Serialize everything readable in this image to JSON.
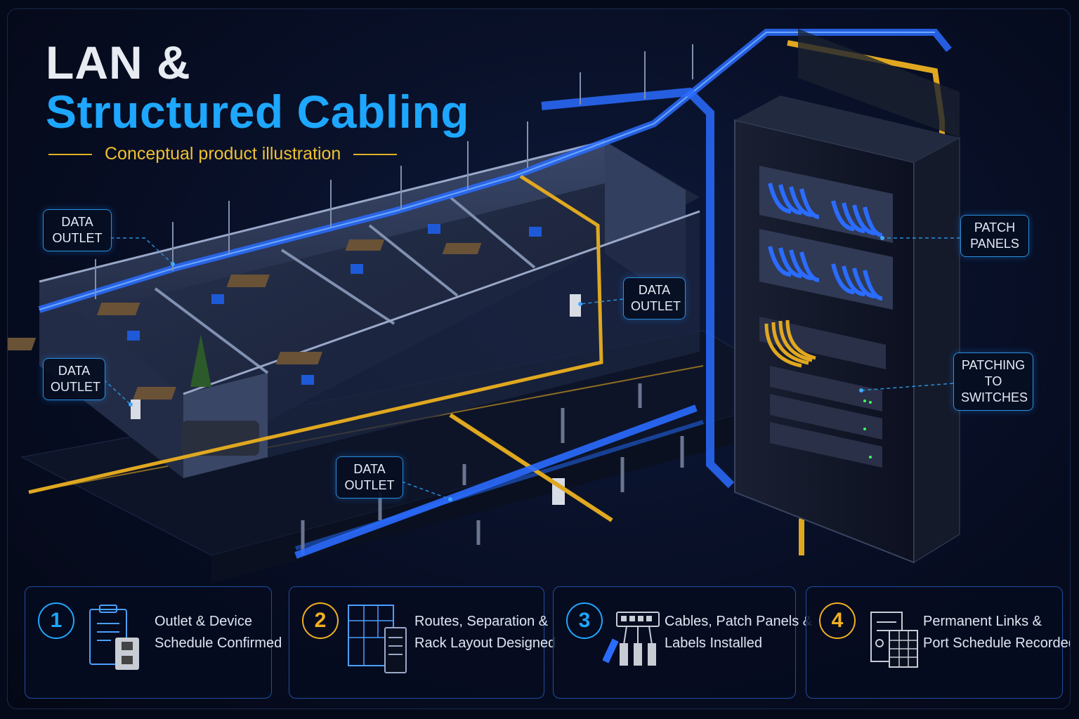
{
  "title": {
    "line1": "LAN &",
    "line2": "Structured Cabling"
  },
  "subtitle": "Conceptual product illustration",
  "callouts": {
    "outlet_top_left": {
      "line1": "DATA",
      "line2": "OUTLET"
    },
    "outlet_left": {
      "line1": "DATA",
      "line2": "OUTLET"
    },
    "outlet_center": {
      "line1": "DATA",
      "line2": "OUTLET"
    },
    "outlet_bottom": {
      "line1": "DATA",
      "line2": "OUTLET"
    },
    "patch_panels": {
      "line1": "PATCH",
      "line2": "PANELS"
    },
    "patching_switches": {
      "line1": "PATCHING",
      "line2": "TO",
      "line3": "SWITCHES"
    }
  },
  "steps": [
    {
      "number": "1",
      "line1": "Outlet & Device",
      "line2": "Schedule Confirmed",
      "icon": "clipboard-outlet-icon",
      "color": "#1ea7ff"
    },
    {
      "number": "2",
      "line1": "Routes, Separation &",
      "line2": "Rack Layout Designed",
      "icon": "floorplan-rack-icon",
      "color": "#f0b020"
    },
    {
      "number": "3",
      "line1": "Cables, Patch Panels &",
      "line2": "Labels Installed",
      "icon": "patch-panel-icon",
      "color": "#1ea7ff"
    },
    {
      "number": "4",
      "line1": "Permanent Links &",
      "line2": "Port Schedule Recorded",
      "icon": "document-table-icon",
      "color": "#f0b020"
    }
  ],
  "colors": {
    "accent_blue": "#1ea7ff",
    "accent_yellow": "#f0b020",
    "background": "#050a1a",
    "cable_blue": "#2a6cff"
  }
}
